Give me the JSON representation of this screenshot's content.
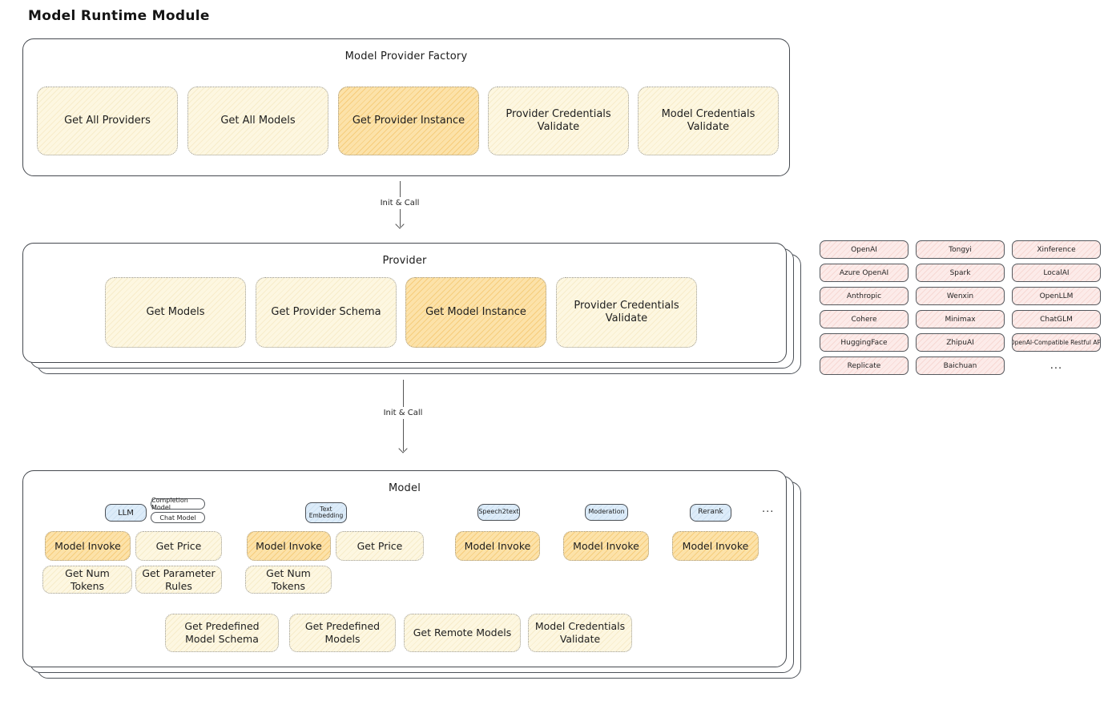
{
  "page_title": "Model Runtime Module",
  "arrow1_label": "Init & Call",
  "arrow2_label": "Init & Call",
  "factory": {
    "title": "Model Provider Factory",
    "items": [
      {
        "label": "Get All Providers",
        "highlight": false
      },
      {
        "label": "Get All Models",
        "highlight": false
      },
      {
        "label": "Get Provider Instance",
        "highlight": true
      },
      {
        "label": "Provider Credentials Validate",
        "highlight": false
      },
      {
        "label": "Model Credentials Validate",
        "highlight": false
      }
    ]
  },
  "provider": {
    "title": "Provider",
    "items": [
      {
        "label": "Get Models",
        "highlight": false
      },
      {
        "label": "Get Provider Schema",
        "highlight": false
      },
      {
        "label": "Get Model Instance",
        "highlight": true
      },
      {
        "label": "Provider Credentials Validate",
        "highlight": false
      }
    ]
  },
  "provider_list": {
    "items": [
      "OpenAI",
      "Tongyi",
      "Xinference",
      "Azure OpenAI",
      "Spark",
      "LocalAI",
      "Anthropic",
      "Wenxin",
      "OpenLLM",
      "Cohere",
      "Minimax",
      "ChatGLM",
      "HuggingFace",
      "ZhipuAI",
      "OpenAI-Compatible Restful API",
      "Replicate",
      "Baichuan"
    ],
    "more": "..."
  },
  "model": {
    "title": "Model",
    "tabs": {
      "llm": "LLM",
      "completion": "Completion Model",
      "chat": "Chat Model",
      "text_embedding": "Text Embedding",
      "speech2text": "Speech2text",
      "moderation": "Moderation",
      "rerank": "Rerank",
      "more": "..."
    },
    "cards": {
      "model_invoke": "Model Invoke",
      "get_price": "Get Price",
      "get_num_tokens": "Get Num Tokens",
      "get_parameter_rules": "Get Parameter Rules"
    },
    "bottom": [
      "Get Predefined Model Schema",
      "Get Predefined Models",
      "Get Remote Models",
      "Model Credentials Validate"
    ]
  },
  "colors": {
    "highlight_hatch": "#f6cd7c",
    "card_hatch": "#f7ecca",
    "provider_chip_hatch": "#f7d8d4",
    "type_tab_hatch": "#cde1f3",
    "outline": "#45494f"
  }
}
